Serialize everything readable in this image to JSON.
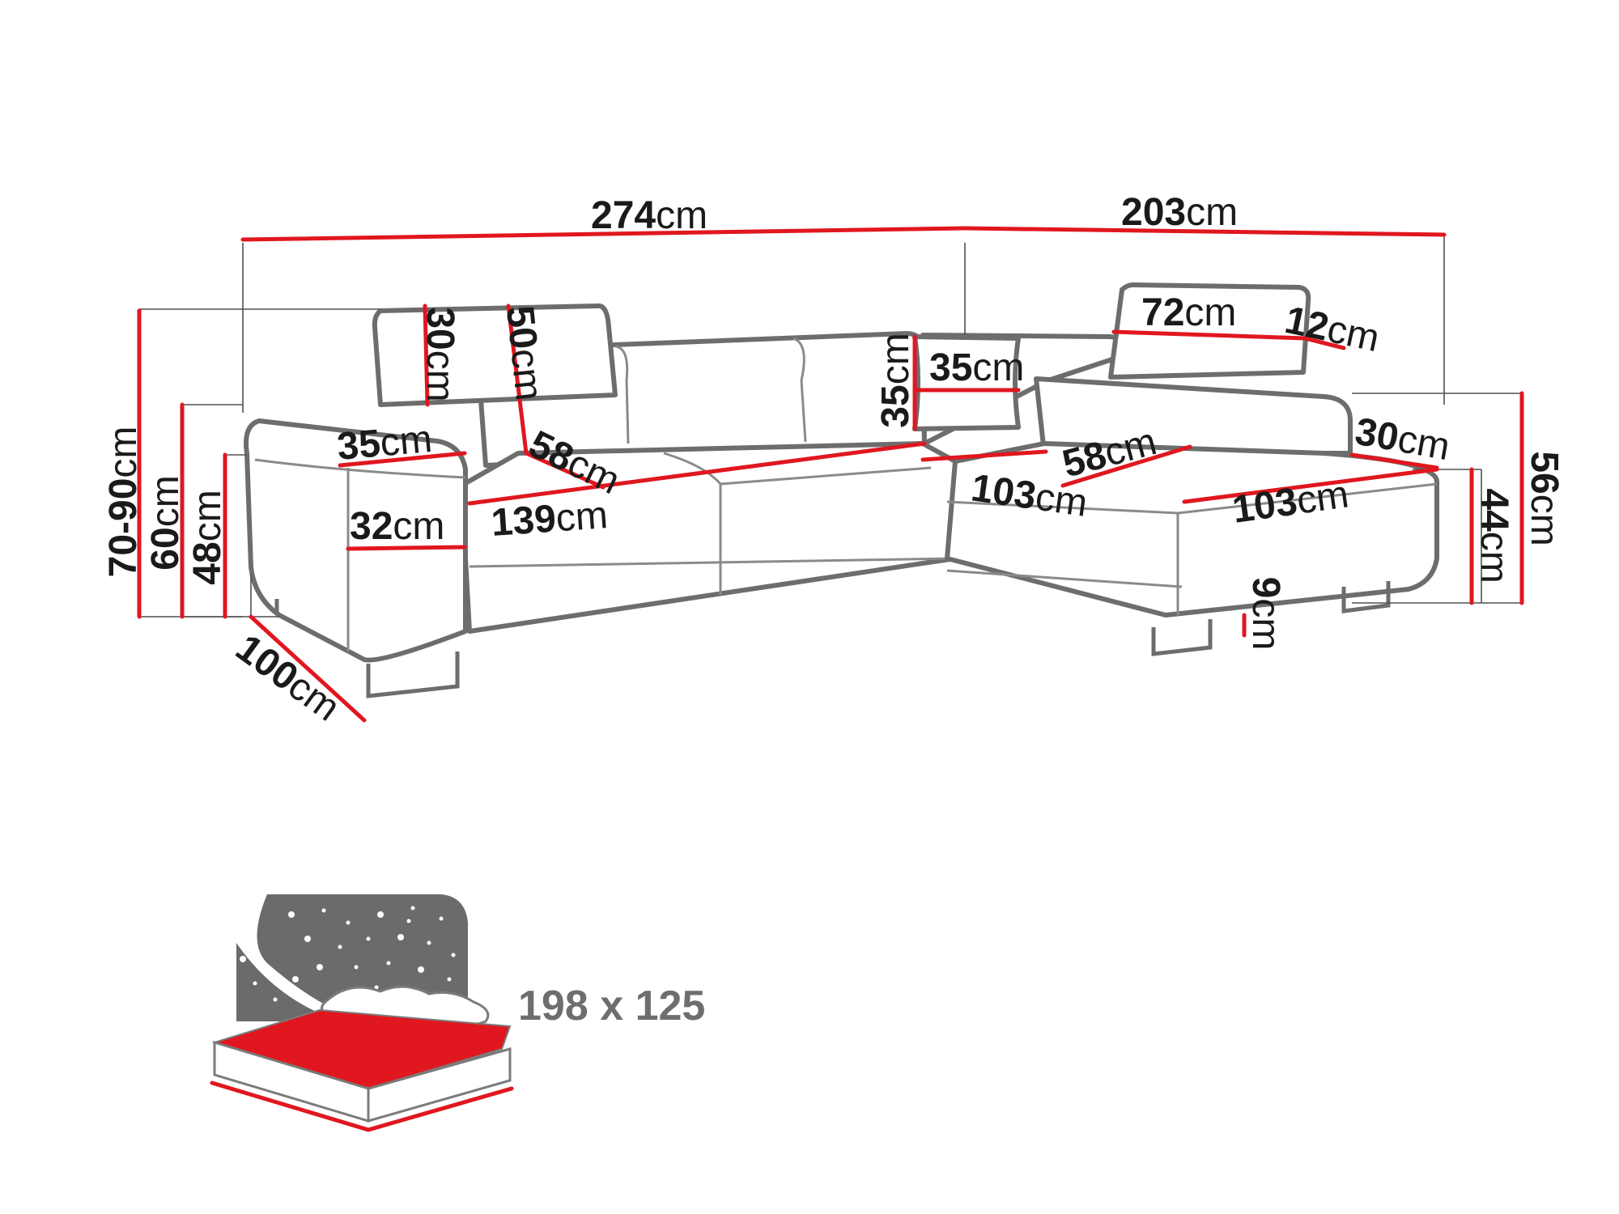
{
  "diagram": {
    "dimensions": {
      "total_width_left": {
        "value": "274",
        "unit": "cm"
      },
      "total_width_right": {
        "value": "203",
        "unit": "cm"
      },
      "height_range": {
        "value": "70-90",
        "unit": "cm"
      },
      "armrest_height": {
        "value": "60",
        "unit": "cm"
      },
      "seat_height_left": {
        "value": "48",
        "unit": "cm"
      },
      "headrest_height": {
        "value": "30",
        "unit": "cm"
      },
      "backrest_height": {
        "value": "50",
        "unit": "cm"
      },
      "armrest_width": {
        "value": "35",
        "unit": "cm"
      },
      "armrest_thickness": {
        "value": "32",
        "unit": "cm"
      },
      "seat_depth": {
        "value": "58",
        "unit": "cm"
      },
      "seat_width": {
        "value": "139",
        "unit": "cm"
      },
      "depth": {
        "value": "100",
        "unit": "cm"
      },
      "pillow_height": {
        "value": "35",
        "unit": "cm"
      },
      "pillow_width": {
        "value": "35",
        "unit": "cm"
      },
      "headrest_width": {
        "value": "72",
        "unit": "cm"
      },
      "headrest_depth": {
        "value": "12",
        "unit": "cm"
      },
      "chaise_seat_depth": {
        "value": "58",
        "unit": "cm"
      },
      "chaise_width_front": {
        "value": "103",
        "unit": "cm"
      },
      "chaise_width_side": {
        "value": "103",
        "unit": "cm"
      },
      "chaise_back_depth": {
        "value": "30",
        "unit": "cm"
      },
      "chaise_seat_height": {
        "value": "44",
        "unit": "cm"
      },
      "chaise_back_height": {
        "value": "56",
        "unit": "cm"
      },
      "leg_height": {
        "value": "9",
        "unit": "cm"
      }
    },
    "bed": {
      "size_label": "198 x 125"
    },
    "colors": {
      "accent": "#e0171f",
      "outline": "#6d6d6d",
      "starfield": "#6b6b6b",
      "text": "#1a1a1a"
    }
  }
}
